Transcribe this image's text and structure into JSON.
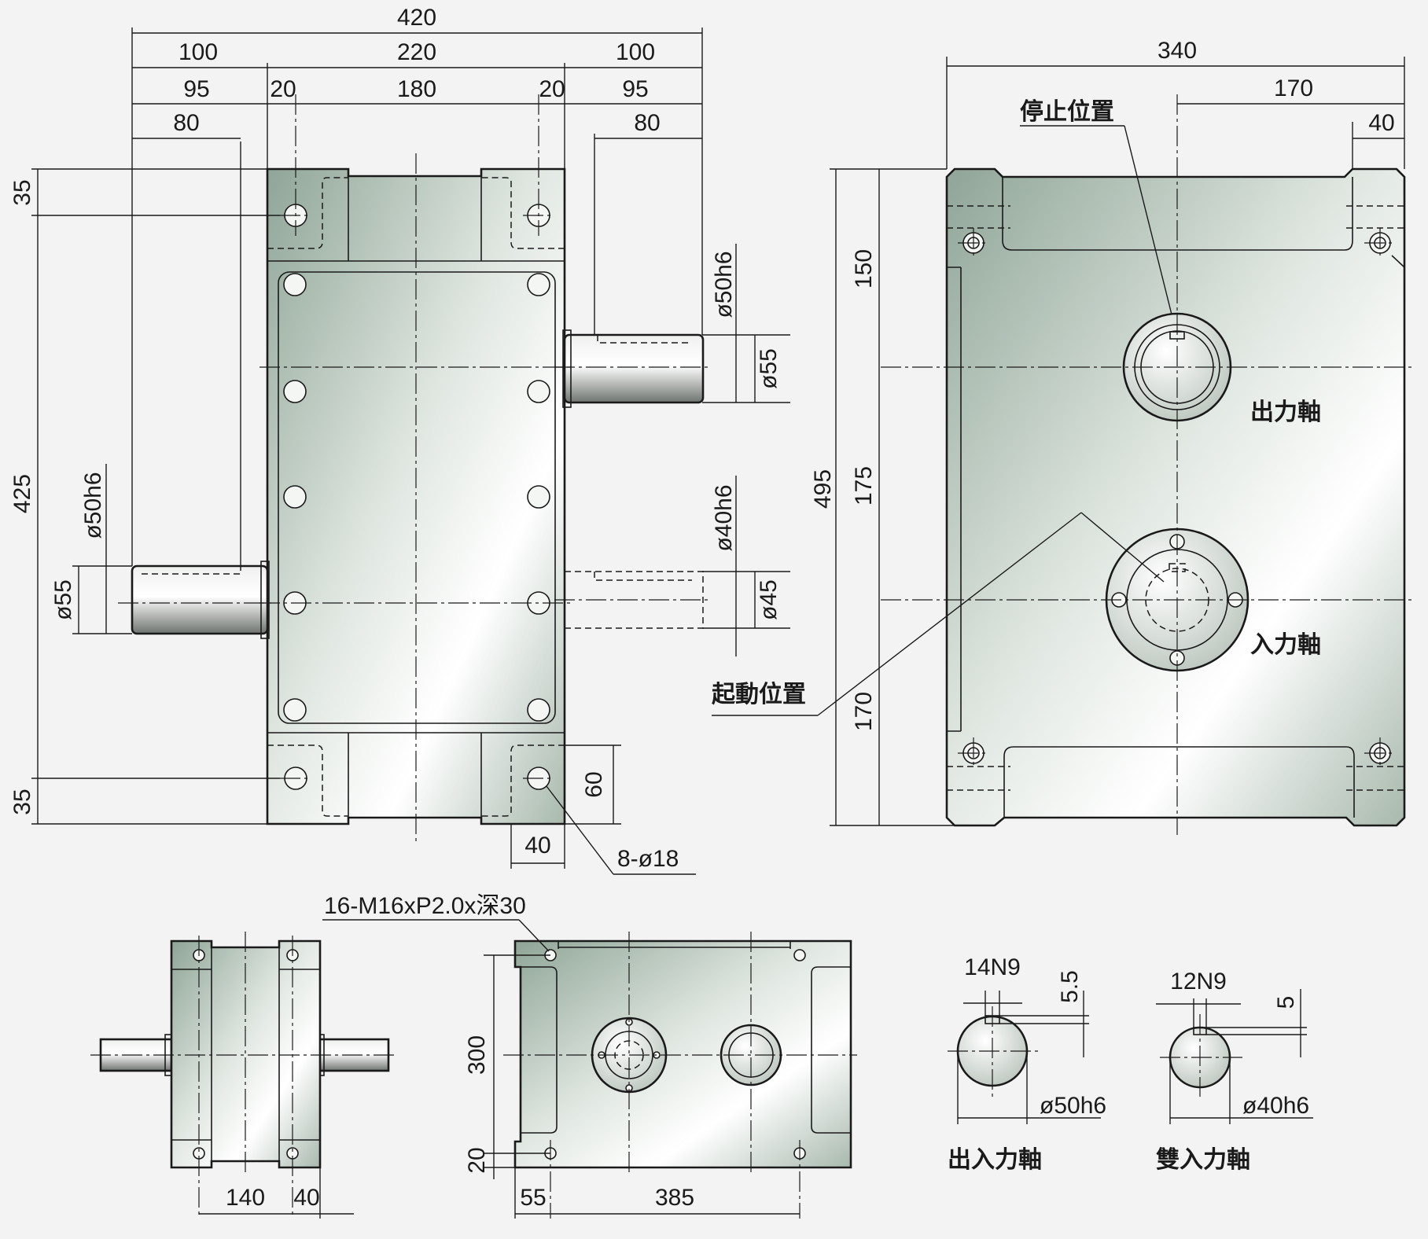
{
  "colors": {
    "body_dark": "#8fa597",
    "body_light": "#ffffff",
    "shaft_dark": "#6f7470",
    "line": "#1a1a1a",
    "background": "#f3f3f3"
  },
  "front": {
    "dims": {
      "overall_width": "420",
      "left_flange": "100",
      "middle": "220",
      "right_flange": "100",
      "left_95": "95",
      "left_20": "20",
      "center_180": "180",
      "right_20": "20",
      "right_95": "95",
      "left_80": "80",
      "right_80": "80",
      "top_35": "35",
      "height_425": "425",
      "bottom_35": "35",
      "shaft_left_tol": "ø50h6",
      "shaft_left_dia": "ø55",
      "shaft_right_top_tol": "ø50h6",
      "shaft_right_top_dia": "ø55",
      "shaft_right_bot_tol": "ø40h6",
      "shaft_right_bot_dia": "ø45",
      "foot_60": "60",
      "foot_40": "40",
      "holes": "8-ø18"
    }
  },
  "side": {
    "dims": {
      "width": "340",
      "half": "170",
      "edge": "40",
      "total_h": "495",
      "top": "150",
      "mid": "175",
      "bot": "170"
    },
    "labels": {
      "stop": "停止位置",
      "start": "起動位置",
      "output": "出力軸",
      "input": "入力軸"
    }
  },
  "bottom_left": {
    "dims": {
      "d140": "140",
      "d40": "40"
    }
  },
  "bottom_mid": {
    "dims": {
      "d300": "300",
      "d20": "20",
      "d55": "55",
      "d385": "385"
    },
    "tap_note": "16-M16xP2.0x深30"
  },
  "keys": {
    "io": {
      "width": "14N9",
      "depth": "5.5",
      "dia": "ø50h6",
      "caption": "出入力軸"
    },
    "dual": {
      "width": "12N9",
      "depth": "5",
      "dia": "ø40h6",
      "caption": "雙入力軸"
    }
  }
}
